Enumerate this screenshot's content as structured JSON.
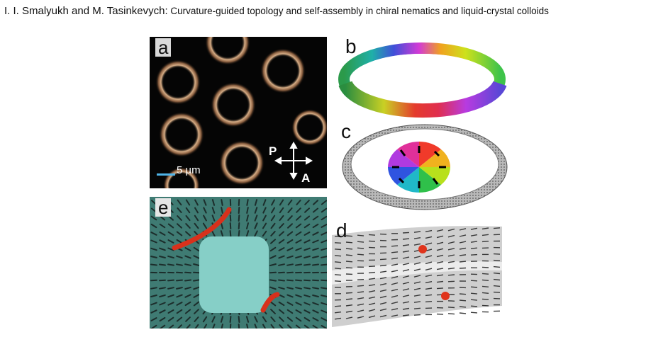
{
  "header": {
    "authors": "I. I. Smalyukh and M. Tasinkevych:",
    "title": " Curvature-guided topology and self-assembly in chiral nematics and liquid-crystal colloids"
  },
  "panels": {
    "a": {
      "label": "a",
      "scale_bar": "5 µm",
      "polarizer": "P",
      "analyzer": "A"
    },
    "b": {
      "label": "b"
    },
    "c": {
      "label": "c"
    },
    "d": {
      "label": "d"
    },
    "e": {
      "label": "e"
    }
  },
  "colors": {
    "ring_glow": "#c8a07a",
    "defect_red": "#d8311c",
    "panel_e_bg": "#3f7b73",
    "panel_e_center": "#86cfc7",
    "scale_bar": "#4fb3e8"
  }
}
